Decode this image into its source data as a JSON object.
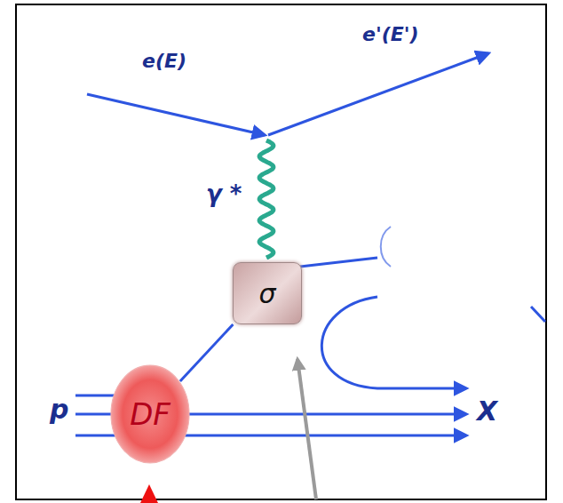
{
  "diagram": {
    "nodes": [
      {
        "text": [
          "σ"
        ]
      },
      {
        "text": [
          "DF"
        ]
      }
    ],
    "edges": [
      {
        "from": 1,
        "to": 0,
        "arrow": "none"
      }
    ],
    "labels": [
      "e(E)",
      "e'(E')",
      "γ *",
      "p",
      "X"
    ]
  }
}
